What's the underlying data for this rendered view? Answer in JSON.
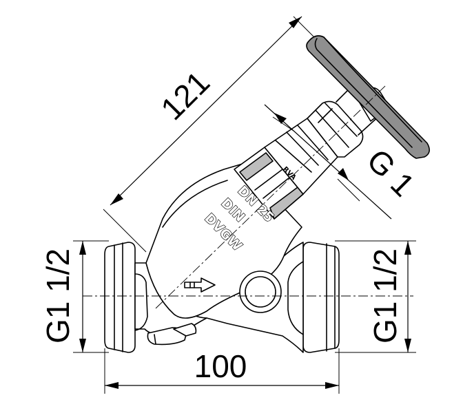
{
  "dimensions": {
    "length": "100",
    "height_diag": "121",
    "thread_left": "G1 1/2",
    "thread_right": "G1 1/2",
    "spindle_thread": "G 1"
  },
  "markings": {
    "line1": "DN 25",
    "line2": "DIN",
    "line3": "DVGW",
    "bonnet": "RVA"
  }
}
